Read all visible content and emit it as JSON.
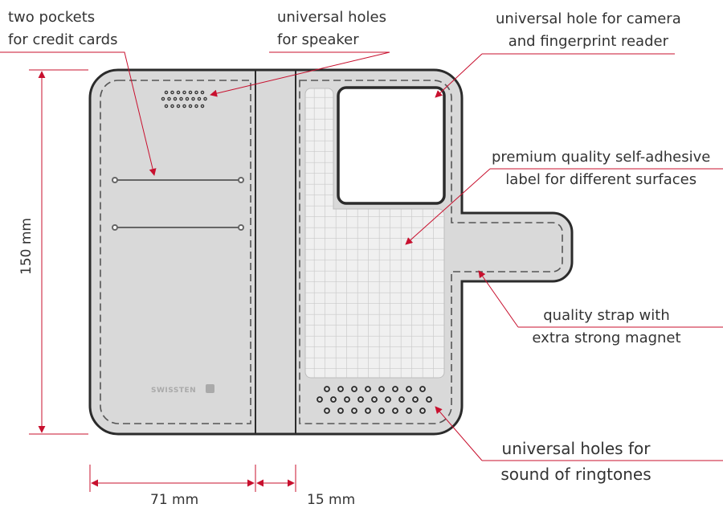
{
  "callouts": {
    "pockets": [
      "two pockets",
      "for credit cards"
    ],
    "speaker": [
      "universal holes",
      "for speaker"
    ],
    "camera": [
      "universal hole for camera",
      "and fingerprint reader"
    ],
    "label": [
      "premium quality self-adhesive",
      "label for different surfaces"
    ],
    "strap": [
      "quality strap with",
      "extra strong magnet"
    ],
    "ringtones": [
      "universal holes for",
      "sound of ringtones"
    ]
  },
  "dimensions": {
    "height": "150 mm",
    "width": "71 mm",
    "strap": "15 mm"
  },
  "logo": "SWISSTEN",
  "colors": {
    "accent": "#c8102e",
    "case": "#d9d9d9",
    "outline": "#2b2b2b"
  }
}
